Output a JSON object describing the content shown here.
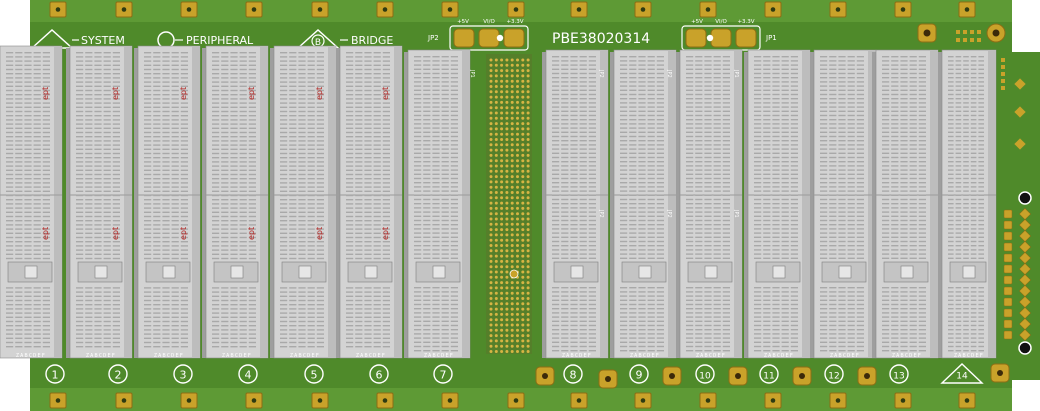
{
  "board": {
    "part_number": "PBE38020314",
    "colors": {
      "pcb": "#4f8a2a",
      "pcb_edge": "#3f7421",
      "pcb_strip": "#5e9a35",
      "gold": "#c9a22a",
      "gold_dark": "#8c6d14",
      "connector": "#d3d3d3",
      "connector_dark": "#9e9e9e",
      "silk": "#ffffff",
      "logo_red": "#b3201e"
    }
  },
  "legend": {
    "system_label": "SYSTEM",
    "peripheral_label": "PERIPHERAL",
    "bridge_label": "BRIDGE",
    "bridge_symbol": "B"
  },
  "jumpers": [
    {
      "name": "JP2",
      "pins": [
        "+5V",
        "VI/O",
        "+3.3V"
      ]
    },
    {
      "name": "JP1",
      "pins": [
        "+5V",
        "VI/O",
        "+3.3V"
      ]
    }
  ],
  "connector_logo": "ept",
  "pin_row_letters": "ZABCDEF",
  "slots": [
    "1",
    "2",
    "3",
    "4",
    "5",
    "6",
    "7",
    "8",
    "9",
    "10",
    "11",
    "12",
    "13",
    "14"
  ],
  "slot_markers": [
    "peripheral",
    "peripheral",
    "peripheral",
    "peripheral",
    "peripheral",
    "peripheral",
    "peripheral",
    "peripheral",
    "peripheral",
    "peripheral",
    "peripheral",
    "peripheral",
    "peripheral",
    "system"
  ],
  "connector_refs": [
    "JP2",
    "JP2",
    "JP2",
    "JP2",
    "JP1",
    "JP1",
    "JP1"
  ]
}
